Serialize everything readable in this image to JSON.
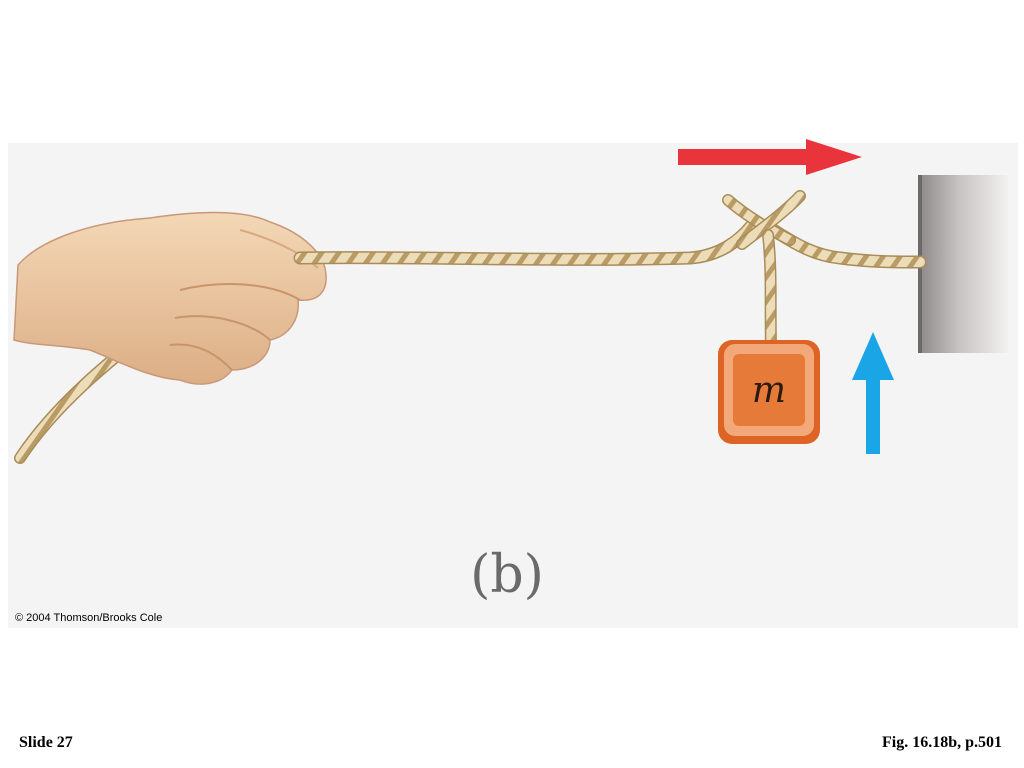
{
  "figure": {
    "mass_label": "m",
    "panel_label": "(b)",
    "copyright": "© 2004 Thomson/Brooks Cole"
  },
  "footer": {
    "slide_label": "Slide 27",
    "figure_ref": "Fig. 16.18b, p.501"
  },
  "colors": {
    "background": "#ffffff",
    "panel": "#f4f4f4",
    "rope": "#e9d7b2",
    "rope_twist": "#b89a64",
    "red_arrow": "#e8343a",
    "blue_arrow": "#1aa6e6",
    "block_outer": "#e06a2a",
    "block_inner": "#f0a070",
    "block_face": "#e87c3c",
    "skin": "#f0cfa8",
    "skin_shadow": "#d9ad82"
  },
  "icons": [
    "hand-icon",
    "rope-icon",
    "mass-block-icon",
    "wall-icon",
    "red-arrow-icon",
    "blue-arrow-icon"
  ]
}
